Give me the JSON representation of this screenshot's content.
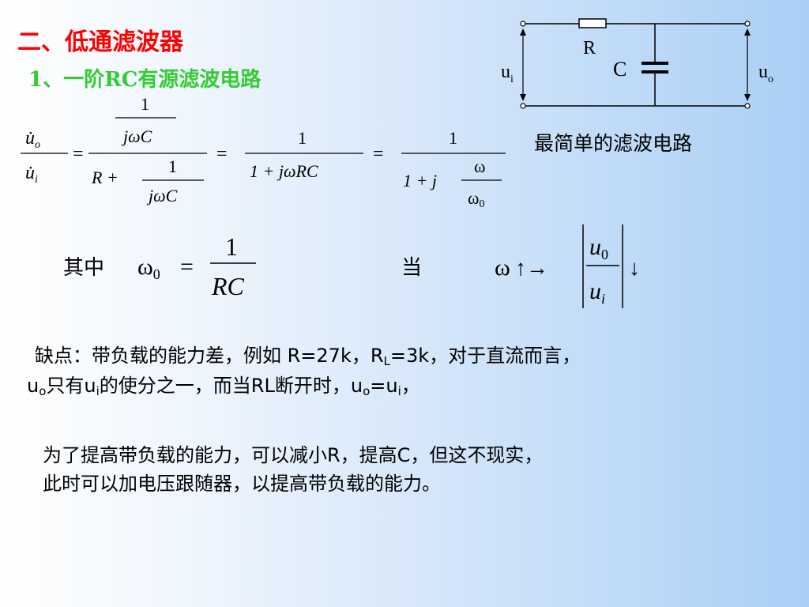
{
  "title": "二、低通滤波器",
  "subtitle": "1、一阶RC有源滤波电路",
  "circuit": {
    "R": "R",
    "C": "C",
    "ui": "u",
    "ui_sub": "i",
    "uo": "u",
    "uo_sub": "o"
  },
  "caption": "最简单的滤波电路",
  "eq1": {
    "lhs_top": "u̇",
    "lhs_top_sub": "o",
    "lhs_bot": "u̇",
    "lhs_bot_sub": "i",
    "one": "1",
    "jwc": "jωC",
    "r_plus": "R +",
    "one_plus_jwrc": "1 +  jωRC",
    "one_plus_j": "1 +  j",
    "omega": "ω",
    "omega0": "ω",
    "zero": "0",
    "eq": "="
  },
  "eq2": {
    "label": "其中",
    "omega": "ω",
    "sub": "0",
    "eq": "=",
    "num": "1",
    "den": "RC"
  },
  "eq3": {
    "label": "当",
    "omega": "ω",
    "arrows": "↑→",
    "u0": "u",
    "u0_sub": "0",
    "ui": "u",
    "ui_sub": "i",
    "down": "↓"
  },
  "para1": {
    "line1_a": "缺点：带负载的能力差，例如   R=27k，R",
    "line1_sub": "L",
    "line1_b": "=3k，对于直流而言，",
    "line2_a": "u",
    "line2_sub1": "o",
    "line2_b": "只有u",
    "line2_sub2": "i",
    "line2_c": "的使分之一，而当RL断开时，u",
    "line2_sub3": "o",
    "line2_d": "=u",
    "line2_sub4": "i",
    "line2_e": "，"
  },
  "para2": {
    "line1": "为了提高带负载的能力，可以减小R，提高C，但这不现实，",
    "line2": "此时可以加电压跟随器，以提高带负载的能力。"
  }
}
